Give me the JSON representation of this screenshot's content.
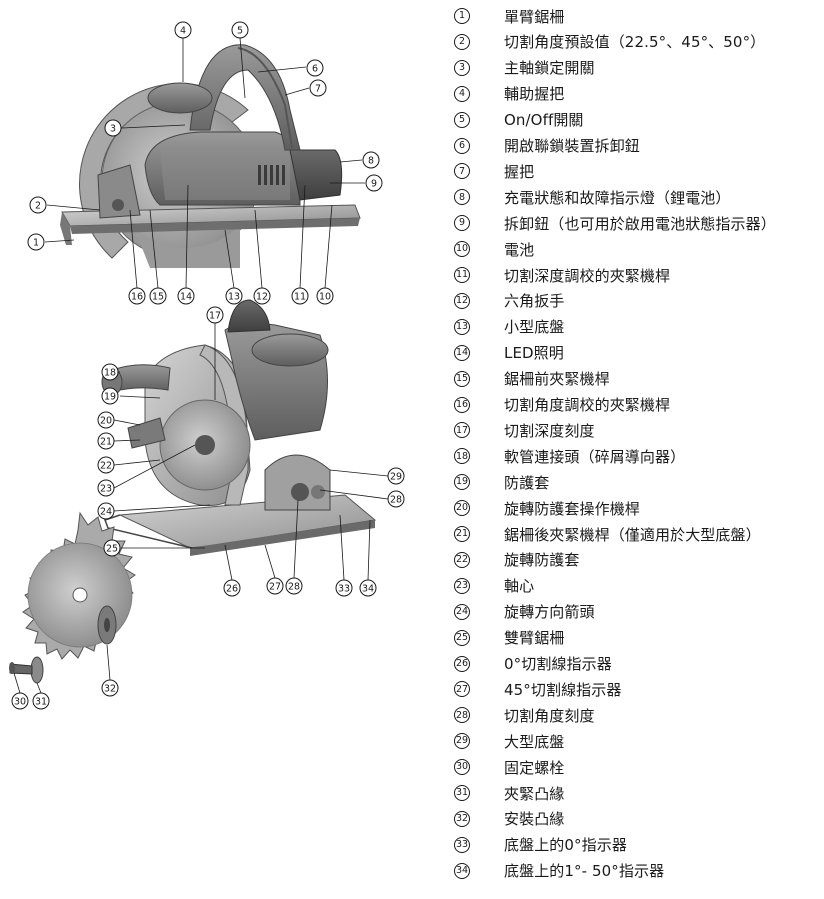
{
  "legend": [
    {
      "num": "1",
      "label": "單臂鋸柵"
    },
    {
      "num": "2",
      "label": "切割角度預設值（22.5°、45°、50°）"
    },
    {
      "num": "3",
      "label": "主軸鎖定開關"
    },
    {
      "num": "4",
      "label": "輔助握把"
    },
    {
      "num": "5",
      "label": "On/Off開關"
    },
    {
      "num": "6",
      "label": "開啟聯鎖裝置拆卸鈕"
    },
    {
      "num": "7",
      "label": "握把"
    },
    {
      "num": "8",
      "label": "充電狀態和故障指示燈（鋰電池）"
    },
    {
      "num": "9",
      "label": "拆卸鈕（也可用於啟用電池狀態指示器）"
    },
    {
      "num": "10",
      "label": "電池"
    },
    {
      "num": "11",
      "label": "切割深度調校的夾緊機桿"
    },
    {
      "num": "12",
      "label": "六角扳手"
    },
    {
      "num": "13",
      "label": "小型底盤"
    },
    {
      "num": "14",
      "label": "LED照明"
    },
    {
      "num": "15",
      "label": "鋸柵前夾緊機桿"
    },
    {
      "num": "16",
      "label": "切割角度調校的夾緊機桿"
    },
    {
      "num": "17",
      "label": "切割深度刻度"
    },
    {
      "num": "18",
      "label": "軟管連接頭（碎屑導向器）"
    },
    {
      "num": "19",
      "label": "防護套"
    },
    {
      "num": "20",
      "label": "旋轉防護套操作機桿"
    },
    {
      "num": "21",
      "label": "鋸柵後夾緊機桿（僅適用於大型底盤）"
    },
    {
      "num": "22",
      "label": "旋轉防護套"
    },
    {
      "num": "23",
      "label": "軸心"
    },
    {
      "num": "24",
      "label": "旋轉方向箭頭"
    },
    {
      "num": "25",
      "label": "雙臂鋸柵"
    },
    {
      "num": "26",
      "label": "0°切割線指示器"
    },
    {
      "num": "27",
      "label": "45°切割線指示器"
    },
    {
      "num": "28",
      "label": "切割角度刻度"
    },
    {
      "num": "29",
      "label": "大型底盤"
    },
    {
      "num": "30",
      "label": "固定螺栓"
    },
    {
      "num": "31",
      "label": "夾緊凸緣"
    },
    {
      "num": "32",
      "label": "安裝凸緣"
    },
    {
      "num": "33",
      "label": "底盤上的0°指示器"
    },
    {
      "num": "34",
      "label": "底盤上的1°- 50°指示器"
    }
  ]
}
